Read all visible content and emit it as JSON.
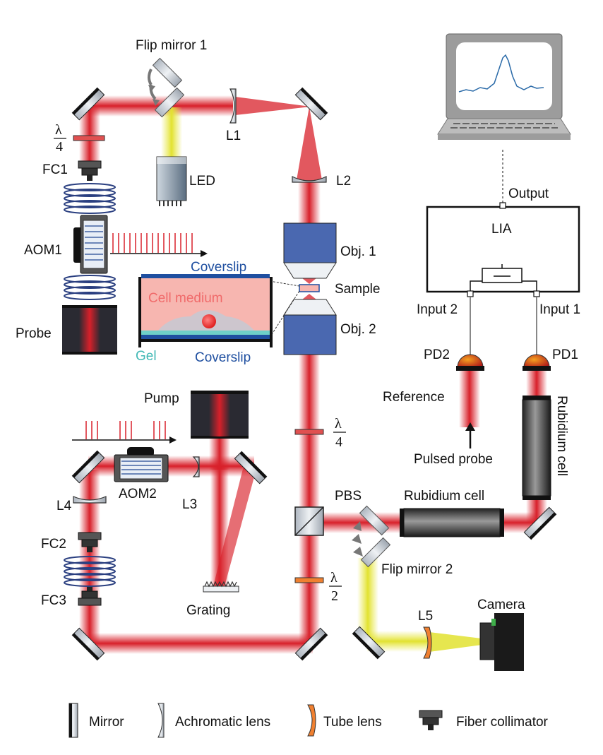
{
  "labels": {
    "flip_mirror_1": "Flip mirror 1",
    "l1": "L1",
    "l2": "L2",
    "l3": "L3",
    "l4": "L4",
    "l5": "L5",
    "led": "LED",
    "fc1": "FC1",
    "fc2": "FC2",
    "fc3": "FC3",
    "aom1": "AOM1",
    "aom2": "AOM2",
    "probe": "Probe",
    "pump": "Pump",
    "grating": "Grating",
    "obj1": "Obj. 1",
    "obj2": "Obj. 2",
    "sample": "Sample",
    "coverslip_top": "Coverslip",
    "coverslip_bottom": "Coverslip",
    "cell_medium": "Cell medium",
    "gel": "Gel",
    "pbs": "PBS",
    "rubidium_cell_h": "Rubidium cell",
    "rubidium_cell_v": "Rubidium cell",
    "flip_mirror_2": "Flip mirror 2",
    "camera": "Camera",
    "output": "Output",
    "lia": "LIA",
    "input1": "Input 1",
    "input2": "Input 2",
    "pd1": "PD1",
    "pd2": "PD2",
    "reference": "Reference",
    "pulsed_probe": "Pulsed probe",
    "lambda": "λ",
    "quarter_den": "4",
    "half_den": "2"
  },
  "legend": {
    "mirror": "Mirror",
    "achromatic_lens": "Achromatic lens",
    "tube_lens": "Tube lens",
    "fiber_collimator": "Fiber collimator"
  },
  "colors": {
    "beam_red": "#d8202a",
    "beam_yellow": "#e6e640",
    "objective": "#4a68b0",
    "tube_lens": "#f08030",
    "coverslip": "#1f4fa0",
    "gel": "#6fd0c8",
    "medium": "#f7b6b0"
  }
}
